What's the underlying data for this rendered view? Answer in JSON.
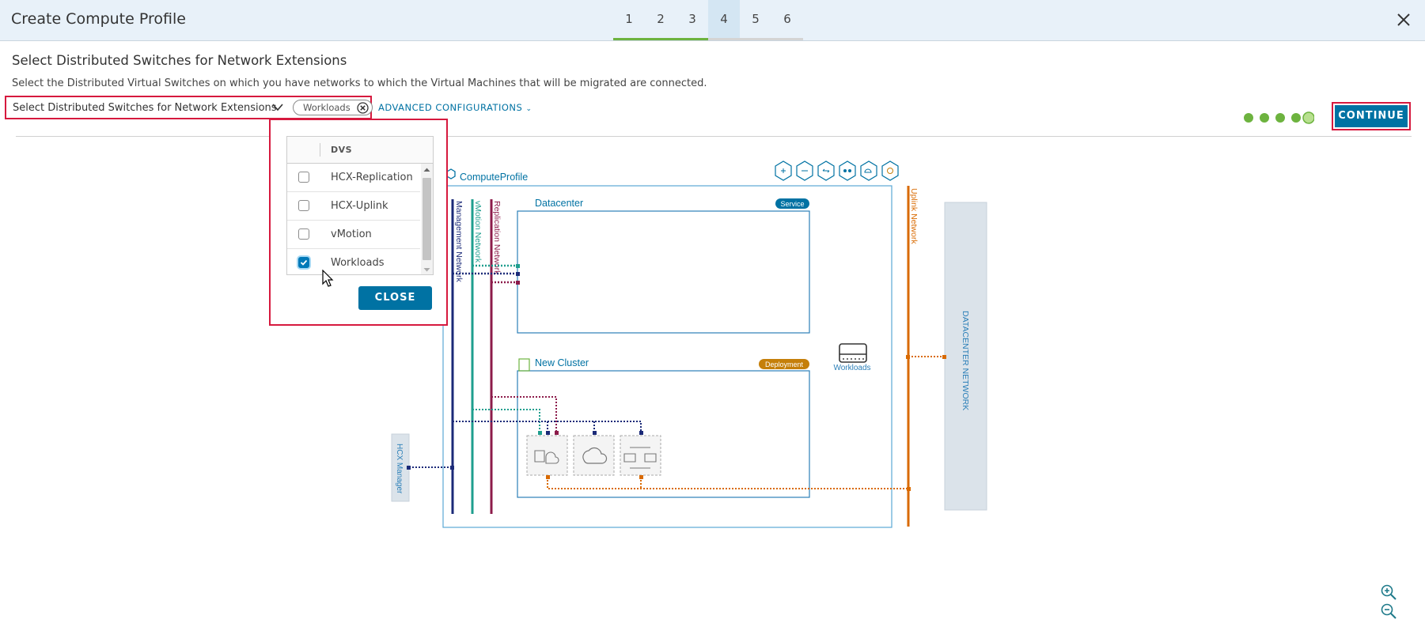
{
  "header": {
    "title": "Create Compute Profile",
    "steps": [
      {
        "label": "1",
        "state": "done"
      },
      {
        "label": "2",
        "state": "done"
      },
      {
        "label": "3",
        "state": "done"
      },
      {
        "label": "4",
        "state": "active"
      },
      {
        "label": "5",
        "state": "todo"
      },
      {
        "label": "6",
        "state": "todo"
      }
    ]
  },
  "page": {
    "heading": "Select Distributed Switches for Network Extensions",
    "description": "Select the Distributed Virtual Switches on which you have networks to which the Virtual Machines that will be migrated are connected."
  },
  "selector": {
    "label": "Select Distributed Switches for Network Extensions",
    "selected_pill": "Workloads"
  },
  "advanced_label": "ADVANCED CONFIGURATIONS",
  "continue_label": "CONTINUE",
  "progress": {
    "completed": 4,
    "total": 5
  },
  "dvs_popup": {
    "column_header": "DVS",
    "items": [
      {
        "label": "HCX-Replication",
        "checked": false
      },
      {
        "label": "HCX-Uplink",
        "checked": false
      },
      {
        "label": "vMotion",
        "checked": false
      },
      {
        "label": "Workloads",
        "checked": true
      }
    ],
    "close_label": "CLOSE"
  },
  "diagram": {
    "profile_title": "ComputeProfile",
    "networks": [
      "Management Network",
      "vMotion Network",
      "Replication Network",
      "Uplink Network"
    ],
    "datacenter": {
      "title": "Datacenter",
      "badge": "Service"
    },
    "cluster": {
      "title": "New Cluster",
      "badge": "Deployment"
    },
    "switch_label": "Workloads",
    "datacenter_network": "DATACENTER NETWORK",
    "hcx_manager": "HCX Manager"
  },
  "colors": {
    "primary": "#0072a3",
    "highlight": "#d6193e",
    "management": "#1b2a78",
    "vmotion": "#1e9e8e",
    "replication": "#8c1b4a",
    "uplink": "#d96a00",
    "progress": "#6db33f",
    "deployment": "#c57f0a"
  }
}
